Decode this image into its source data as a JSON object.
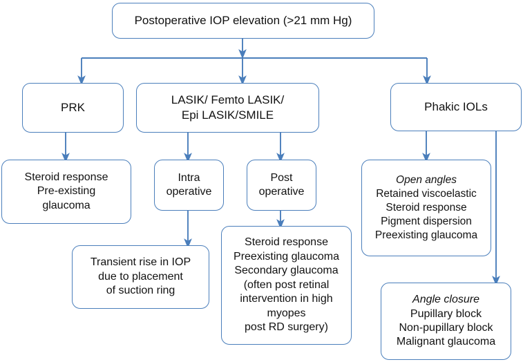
{
  "diagram": {
    "title_node": {
      "id": "postoperative-iop-elevation",
      "lines": [
        {
          "text": "Postoperative IOP elevation (>21 mm Hg)",
          "italic": false
        }
      ]
    },
    "nodes": [
      {
        "id": "prk",
        "lines": [
          {
            "text": "PRK",
            "italic": false
          }
        ]
      },
      {
        "id": "lasik-group",
        "lines": [
          {
            "text": "LASIK/ Femto LASIK/",
            "italic": false
          },
          {
            "text": "Epi LASIK/SMILE",
            "italic": false
          }
        ]
      },
      {
        "id": "phakic-iols",
        "lines": [
          {
            "text": "Phakic IOLs",
            "italic": false
          }
        ]
      },
      {
        "id": "prk-outcomes",
        "lines": [
          {
            "text": "Steroid response",
            "italic": false
          },
          {
            "text": "Pre-existing",
            "italic": false
          },
          {
            "text": "glaucoma",
            "italic": false
          }
        ]
      },
      {
        "id": "intra-operative",
        "lines": [
          {
            "text": "Intra",
            "italic": false
          },
          {
            "text": "operative",
            "italic": false
          }
        ]
      },
      {
        "id": "post-operative",
        "lines": [
          {
            "text": "Post",
            "italic": false
          },
          {
            "text": "operative",
            "italic": false
          }
        ]
      },
      {
        "id": "open-angles",
        "lines": [
          {
            "text": "Open angles",
            "italic": true
          },
          {
            "text": "Retained viscoelastic",
            "italic": false
          },
          {
            "text": "Steroid response",
            "italic": false
          },
          {
            "text": "Pigment dispersion",
            "italic": false
          },
          {
            "text": "Preexisting glaucoma",
            "italic": false
          }
        ]
      },
      {
        "id": "transient-rise",
        "lines": [
          {
            "text": "Transient rise in IOP",
            "italic": false
          },
          {
            "text": "due to placement",
            "italic": false
          },
          {
            "text": "of suction ring",
            "italic": false
          }
        ]
      },
      {
        "id": "post-operative-outcomes",
        "lines": [
          {
            "text": "Steroid response",
            "italic": false
          },
          {
            "text": "Preexisting glaucoma",
            "italic": false
          },
          {
            "text": "Secondary glaucoma",
            "italic": false
          },
          {
            "text": "(often post retinal",
            "italic": false
          },
          {
            "text": "intervention in high",
            "italic": false
          },
          {
            "text": "myopes",
            "italic": false
          },
          {
            "text": "post RD surgery)",
            "italic": false
          }
        ]
      },
      {
        "id": "angle-closure",
        "lines": [
          {
            "text": "Angle closure",
            "italic": true
          },
          {
            "text": "Pupillary block",
            "italic": false
          },
          {
            "text": "Non-pupillary block",
            "italic": false
          },
          {
            "text": "Malignant glaucoma",
            "italic": false
          }
        ]
      }
    ],
    "colors": {
      "edge": "#4a7ebb",
      "node_border": "#4a7ebb",
      "node_fill": "#ffffff",
      "text": "#111111"
    }
  }
}
